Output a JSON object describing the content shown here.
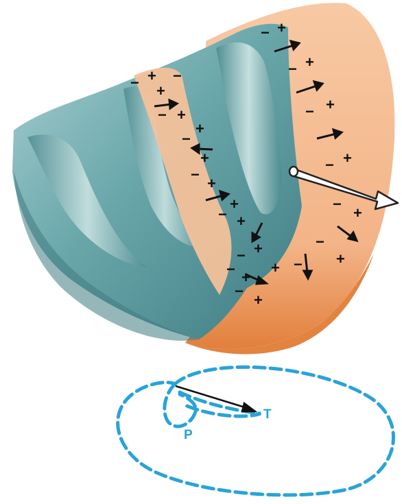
{
  "labels": {
    "p": "P",
    "t": "T"
  },
  "colors": {
    "tissue_light": "#8fc1c4",
    "tissue_mid": "#5f9ea3",
    "tissue_dark": "#3f7c82",
    "depolarized": "#f6c29c",
    "epicardium_edge": "#e48a45",
    "loop_dashes": "#29a3d8",
    "arrows": "#1a1a1a",
    "label_color": "#29a3d8"
  },
  "icons": {
    "charge_plus": "+",
    "charge_minus": "−",
    "vector_arrow": "arrow-right"
  }
}
